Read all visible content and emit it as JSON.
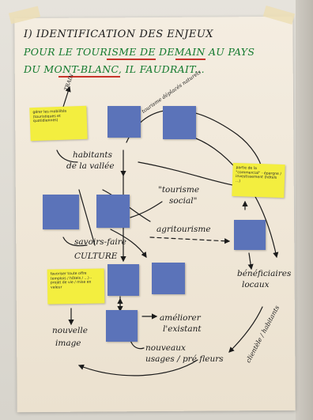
{
  "title": {
    "line1": "I) IDENTIFICATION DES ENJEUX",
    "line2": "POUR LE TOURISME DE DEMAIN AU PAYS",
    "line3": "DU MONT-BLANC, IL FAUDRAIT..."
  },
  "notes": {
    "train": "TRAIN",
    "habitants": "habitants",
    "vallee": "de la vallée",
    "tourisme_social_1": "\"tourisme",
    "tourisme_social_2": "social\"",
    "agritourisme": "agritourisme",
    "savoirs_faire": "savoirs-faire",
    "culture": "CULTURE",
    "beneficiaires": "bénéficiaires",
    "locaux": "locaux",
    "nouvelle": "nouvelle",
    "image": "image",
    "ameliorer": "améliorer",
    "existant": "l'existant",
    "nouveaux": "nouveaux",
    "usages": "usages / pré fleurs",
    "clientele": "clientèle / habitants",
    "top_scribble": "tourisme déplacés naturels"
  },
  "stickies": {
    "yellow1": "gérer les mobilités (touristiques et quotidiennes)",
    "yellow2": "partie de la \"commercial\" - épargne / investissement (hôtels ...)",
    "yellow3": "favoriser toute offre (emplois / hôtels / ...) - projet de vie / mise en valeur",
    "blue_text": "..."
  },
  "colors": {
    "paper": "#f1e8d9",
    "yellow_note": "#f3ee3f",
    "blue_note": "#5b73b9",
    "marker_green": "#137a2e",
    "marker_red": "#c8342b",
    "marker_black": "#1b1b1b"
  }
}
